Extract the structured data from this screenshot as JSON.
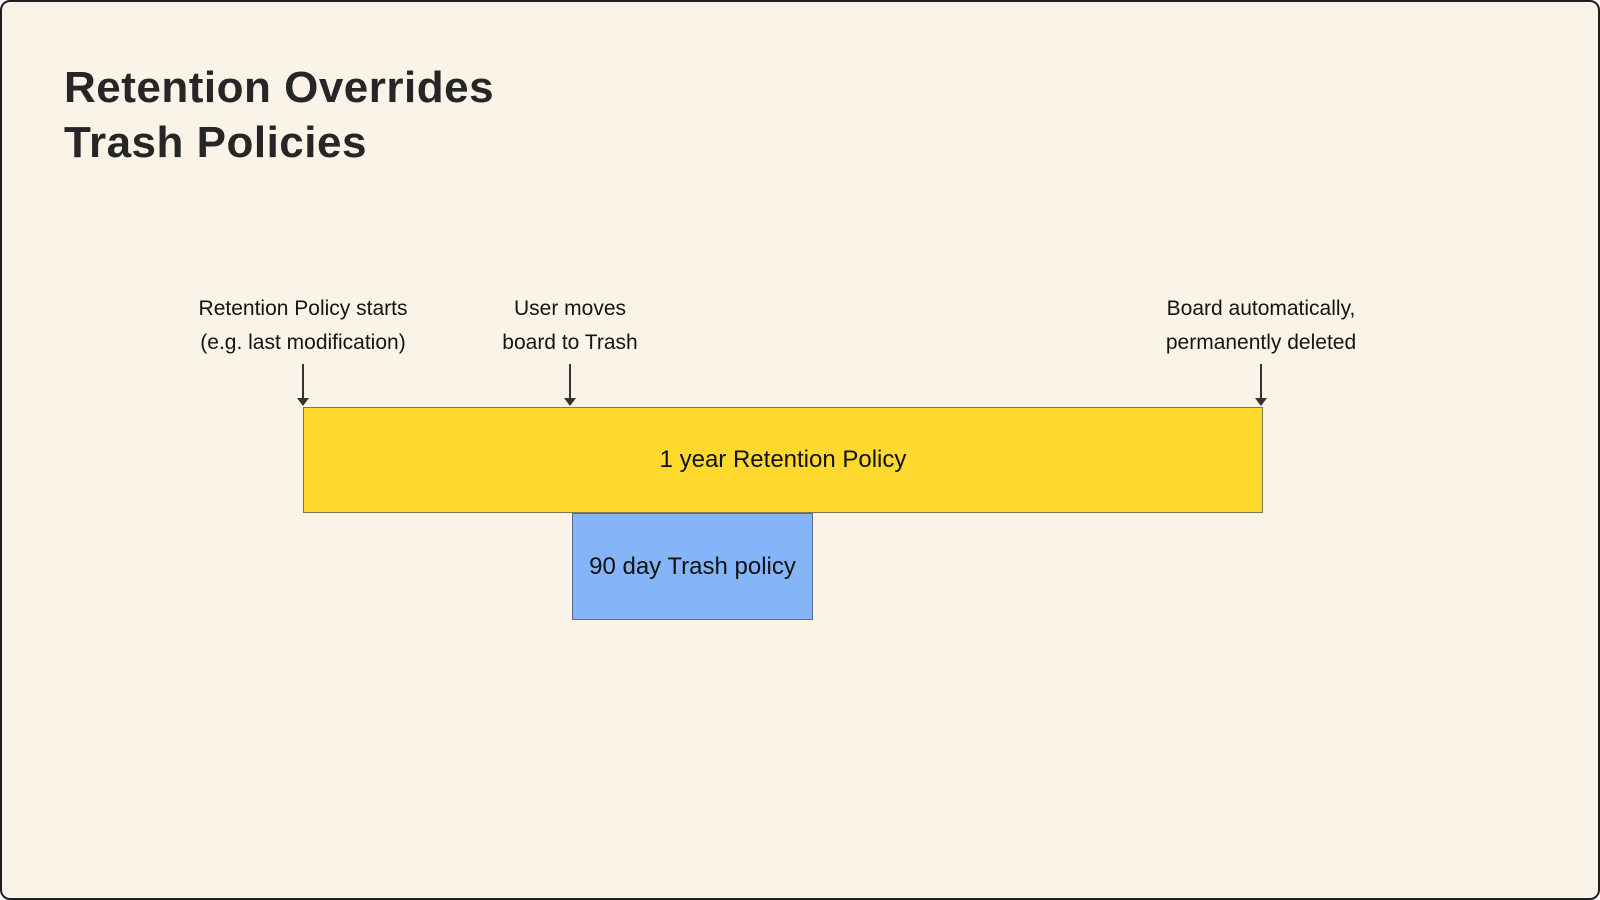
{
  "title": {
    "line1": "Retention Overrides",
    "line2": "Trash Policies"
  },
  "annotations": [
    {
      "id": "retention-policy-starts",
      "line1": "Retention Policy starts",
      "line2": "(e.g. last modification)"
    },
    {
      "id": "user-moves-board-to-trash",
      "line1": "User moves",
      "line2": "board to Trash"
    },
    {
      "id": "board-permanently-deleted",
      "line1": "Board automatically,",
      "line2": "permanently deleted"
    }
  ],
  "bars": [
    {
      "id": "retention-bar",
      "label": "1 year Retention Policy",
      "color": "#FFD92E"
    },
    {
      "id": "trash-bar",
      "label": "90 day Trash policy",
      "color": "#85B5F8"
    }
  ],
  "colors": {
    "background": "#FAF3E8",
    "border": "#1F1F1F",
    "arrow": "#333333",
    "retention_yellow": "#FFD92E",
    "trash_blue": "#85B5F8"
  }
}
